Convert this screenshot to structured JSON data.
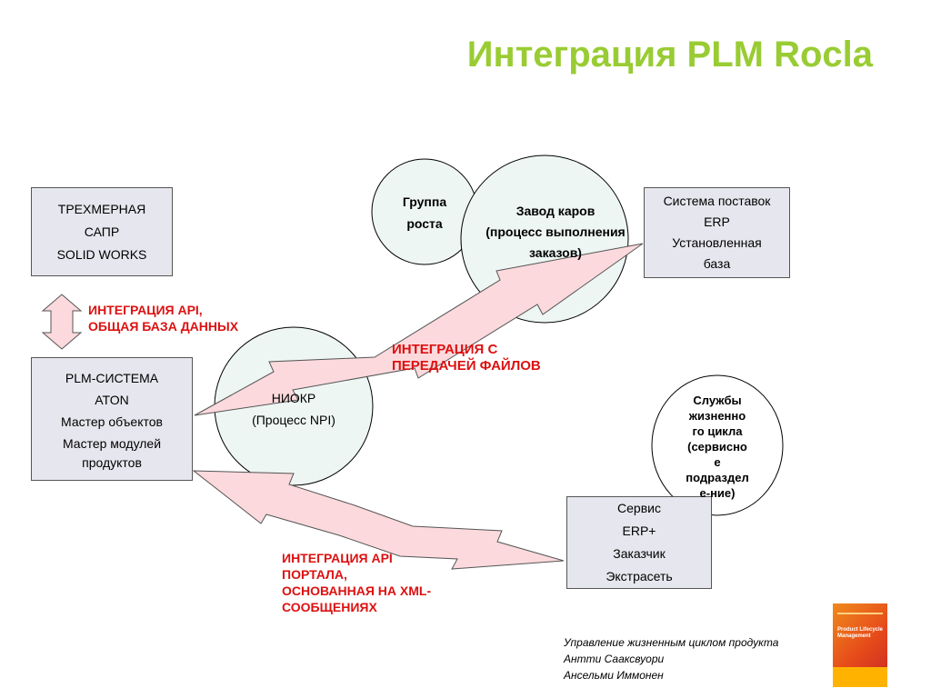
{
  "title": "Интеграция PLM Rocla",
  "boxes": {
    "cad": [
      "ТРЕХМЕРНАЯ",
      "САПР",
      "SOLID WORKS"
    ],
    "plm": [
      "PLM-СИСТЕМА",
      "ATON",
      "Мастер объектов",
      "Мастер модулей",
      "продуктов"
    ],
    "supply": [
      "Система поставок",
      "ERP",
      "Установленная",
      "база"
    ],
    "service": [
      "Сервис",
      "ERP+",
      "Заказчик",
      "Экстрасеть"
    ]
  },
  "circles": {
    "growth": [
      "Группа",
      "роста"
    ],
    "factory": [
      "Завод каров",
      "(процесс выполнения",
      "заказов)"
    ],
    "rnd": [
      "НИОКР",
      "(Процесс NPI)"
    ],
    "lifecycle": [
      "Службы",
      "жизненно",
      "го цикла",
      "(сервисно",
      "е",
      "подраздел",
      "е-ние)"
    ]
  },
  "labels": {
    "api_db": [
      "ИНТЕГРАЦИЯ API,",
      "ОБЩАЯ БАЗА ДАННЫХ"
    ],
    "file_transfer": [
      "ИНТЕГРАЦИЯ С",
      "ПЕРЕДАЧЕЙ ФАЙЛОВ"
    ],
    "portal": [
      "ИНТЕГРАЦИЯ API",
      "ПОРТАЛА,",
      "ОСНОВАННАЯ НА XML-",
      "СООБЩЕНИЯХ"
    ]
  },
  "citation": [
    "Управление жизненным циклом продукта",
    "Антти Сааксвуори",
    "Ансельми Иммонен"
  ],
  "book": {
    "title": [
      "Product Lifecycle",
      "Management"
    ]
  },
  "colors": {
    "title": "#99cc33",
    "label": "#dd1111",
    "arrow_fill": "#fbd9dc",
    "box_fill": "#e6e6ee",
    "circle_fill": "#eef6f4"
  }
}
